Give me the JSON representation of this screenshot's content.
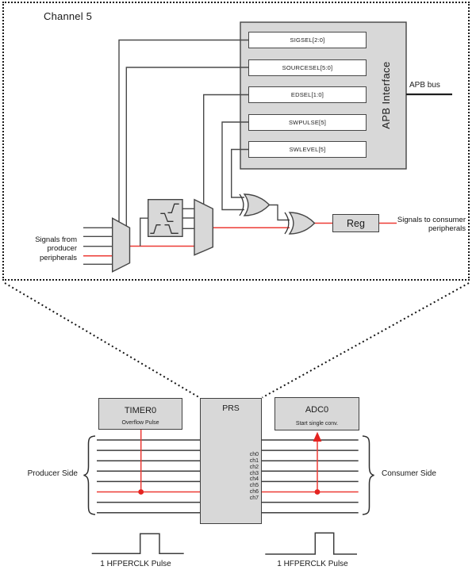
{
  "window": {
    "title": "Channel 5"
  },
  "colors": {
    "accent_red": "#ed3b35",
    "solid_red": "#e42320",
    "box_fill": "#d8d8d8",
    "line_gray": "#4a4a4a"
  },
  "apb_interface": {
    "label": "APB Interface",
    "bus_label": "APB bus",
    "registers": [
      "SIGSEL[2:0]",
      "SOURCESEL[5:0]",
      "EDSEL[1:0]",
      "SWPULSE[5]",
      "SWLEVEL[5]"
    ]
  },
  "detail": {
    "producer_label": {
      "line1": "Signals from producer",
      "line2": "peripherals"
    },
    "consumer_label": {
      "line1": "Signals to consumer",
      "line2": "peripherals"
    },
    "reg_label": "Reg"
  },
  "overview": {
    "producer_block": {
      "title": "TIMER0",
      "subtitle": "Overflow Pulse"
    },
    "prs_block": {
      "title": "PRS",
      "channels": [
        "ch0",
        "ch1",
        "ch2",
        "ch3",
        "ch4",
        "ch5",
        "ch6",
        "ch7"
      ],
      "active_channel": "ch6"
    },
    "consumer_block": {
      "title": "ADC0",
      "subtitle": "Start single conv."
    },
    "producer_side": "Producer Side",
    "consumer_side": "Consumer Side",
    "pulse_label_left": "1 HFPERCLK Pulse",
    "pulse_label_right": "1 HFPERCLK Pulse"
  }
}
